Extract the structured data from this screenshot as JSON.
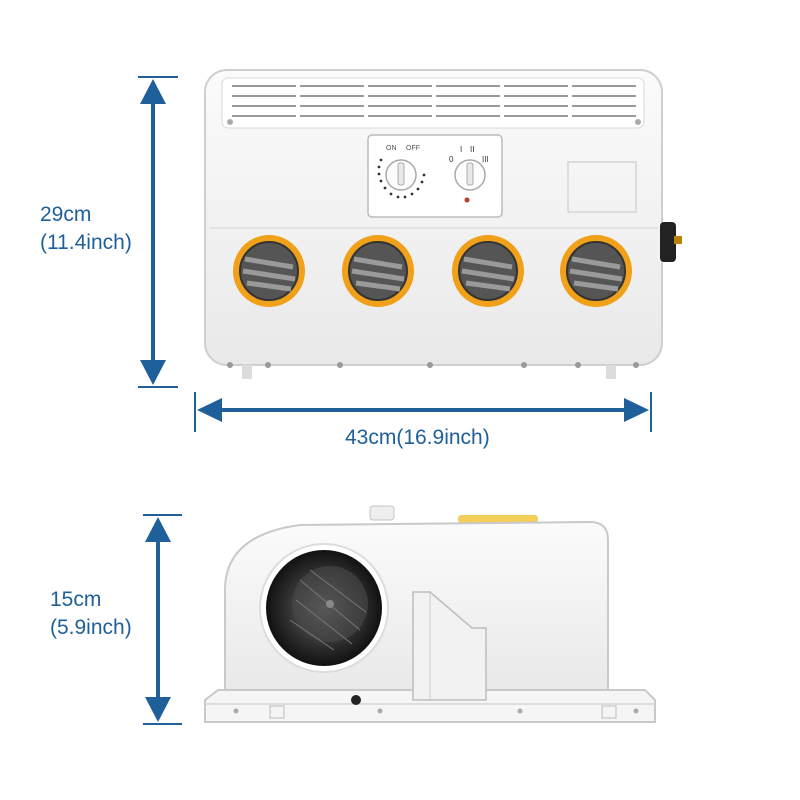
{
  "dimensions": {
    "front_height": {
      "line1": "29cm",
      "line2": "(11.4inch)"
    },
    "front_width": {
      "label": "43cm(16.9inch)"
    },
    "side_height": {
      "line1": "15cm",
      "line2": "(5.9inch)"
    }
  },
  "control_panel": {
    "on_label": "ON",
    "off_label": "OFF",
    "speed_labels": [
      "0",
      "I",
      "II",
      "III"
    ]
  },
  "colors": {
    "dimension_blue": "#1f5f9a",
    "vent_ring": "#f0a019",
    "body_white": "#f4f4f4",
    "outline_gray": "#c9c9c9"
  }
}
